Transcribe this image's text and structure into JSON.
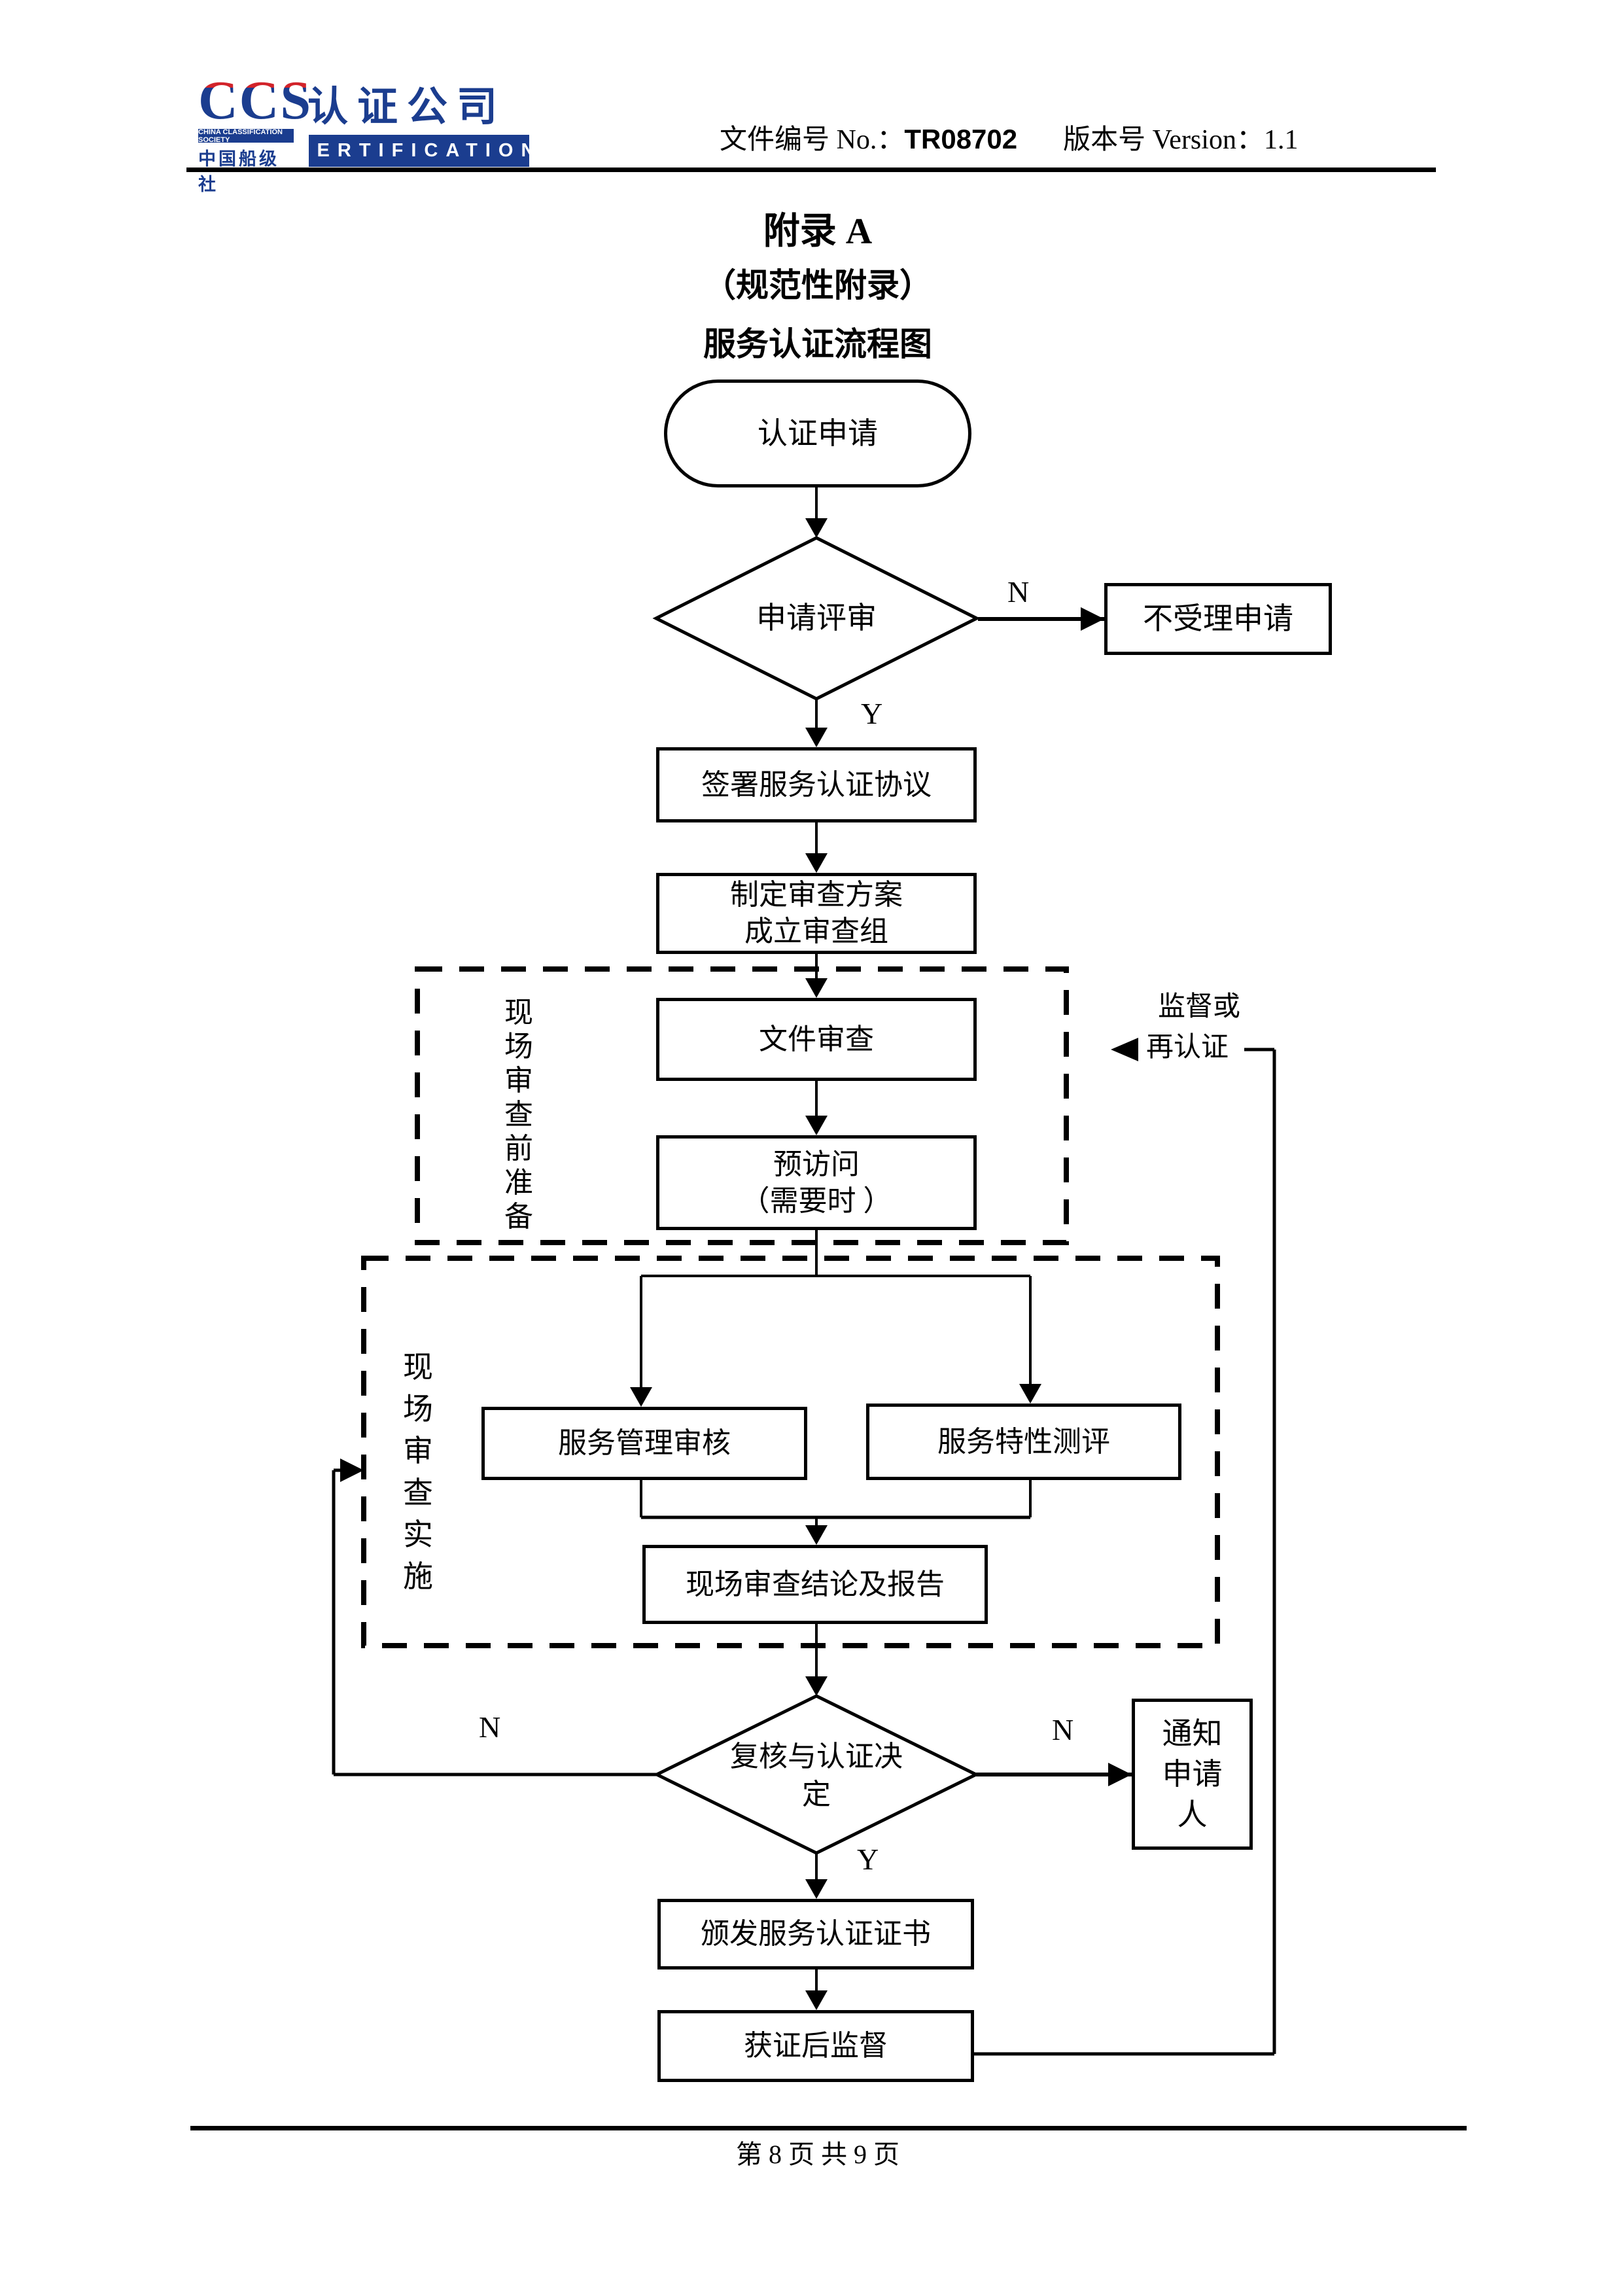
{
  "header": {
    "logo": {
      "ccs": "CCS",
      "company": "认证公司",
      "society_en": "CHINA CLASSIFICATION SOCIETY",
      "society_cn": "中国船级社",
      "certification": "CERTIFICATION"
    },
    "doc": {
      "label_no": "文件编号 No.：",
      "no_value": "TR08702",
      "label_ver": "版本号 Version：",
      "ver_value": "1.1"
    },
    "colors": {
      "brand_blue": "#1b3d8f",
      "brand_red": "#d2232a"
    }
  },
  "title": {
    "line1": "附录 A",
    "line2": "（规范性附录）",
    "line3": "服务认证流程图"
  },
  "flowchart": {
    "start": "认证申请",
    "decision1": "申请评审",
    "reject": "不受理申请",
    "sign": "签署服务认证协议",
    "plan_line1": "制定审查方案",
    "plan_line2": "成立审查组",
    "group1_label": "现场审查前准备",
    "doc_review": "文件审查",
    "previsit_line1": "预访问",
    "previsit_line2": "（需要时 ）",
    "group2_label": "现场审查实施",
    "mgmt_audit": "服务管理审核",
    "feature_test": "服务特性测评",
    "conclusion": "现场审查结论及报告",
    "decision2_line1": "复核与认证决",
    "decision2_line2": "定",
    "notify": "通知申请人",
    "issue": "颁发服务认证证书",
    "post_supervision": "获证后监督",
    "supervise_line1": "监督或",
    "supervise_line2": "再认证",
    "labels": {
      "n1": "N",
      "y1": "Y",
      "n2": "N",
      "n3": "N",
      "y2": "Y"
    }
  },
  "footer": {
    "page": "第 8 页  共 9 页"
  }
}
